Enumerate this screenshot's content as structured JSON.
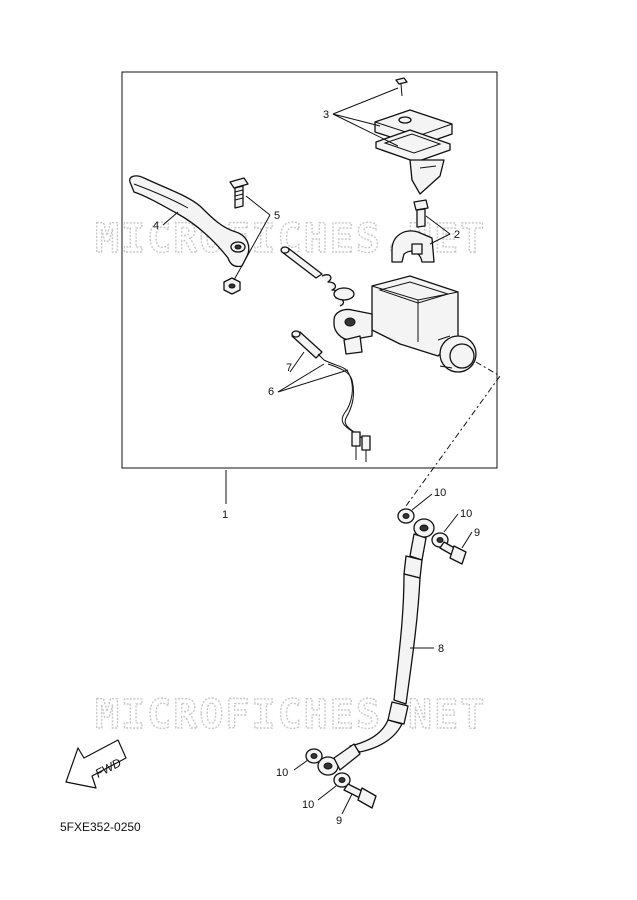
{
  "diagram": {
    "watermark": "MICROFICHES.NET",
    "figure_code": "5FXE352-0250",
    "direction_label": "FWD",
    "callouts": {
      "assembly": "1",
      "holder": "2",
      "cap": "3",
      "lever": "4",
      "bolt_nut": "5",
      "switch_wire": "6",
      "switch": "7",
      "hose": "8",
      "union_bolt_top": "9",
      "union_bolt_bottom": "9",
      "washer_top_a": "10",
      "washer_top_b": "10",
      "washer_bottom_a": "10",
      "washer_bottom_b": "10"
    }
  }
}
